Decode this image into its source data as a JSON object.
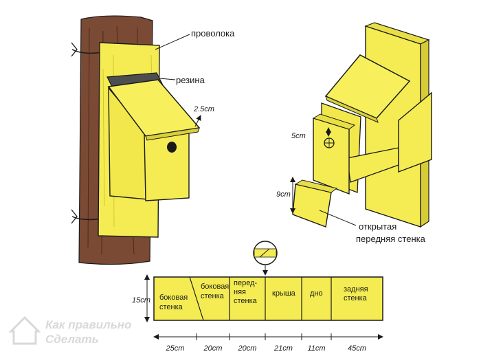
{
  "colors": {
    "wood": "#f4ec52",
    "bark": "#7a4a34",
    "rubber": "#4e4e4e",
    "outline": "#1a1a1a",
    "watermark": "#d9d9d9"
  },
  "labels": {
    "wire": "проволока",
    "rubber": "резина",
    "roof_gap": "2.5cm",
    "hole_height": "5cm",
    "front_drop": "9cm",
    "open_front_line1": "открытая",
    "open_front_line2": "передняя стенка"
  },
  "board": {
    "height": "15cm",
    "planks": [
      {
        "lines": [
          "боковая",
          "стенка"
        ],
        "width": "25cm"
      },
      {
        "lines": [
          "боковая",
          "стенка"
        ],
        "width": "20cm"
      },
      {
        "lines": [
          "перед-",
          "няя",
          "стенка"
        ],
        "width": "20cm"
      },
      {
        "lines": [
          "крыша"
        ],
        "width": "21cm"
      },
      {
        "lines": [
          "дно"
        ],
        "width": "11cm"
      },
      {
        "lines": [
          "задняя",
          "стенка"
        ],
        "width": "45cm"
      }
    ]
  },
  "watermark": {
    "line1": "Как правильно",
    "line2": "Сделать"
  }
}
